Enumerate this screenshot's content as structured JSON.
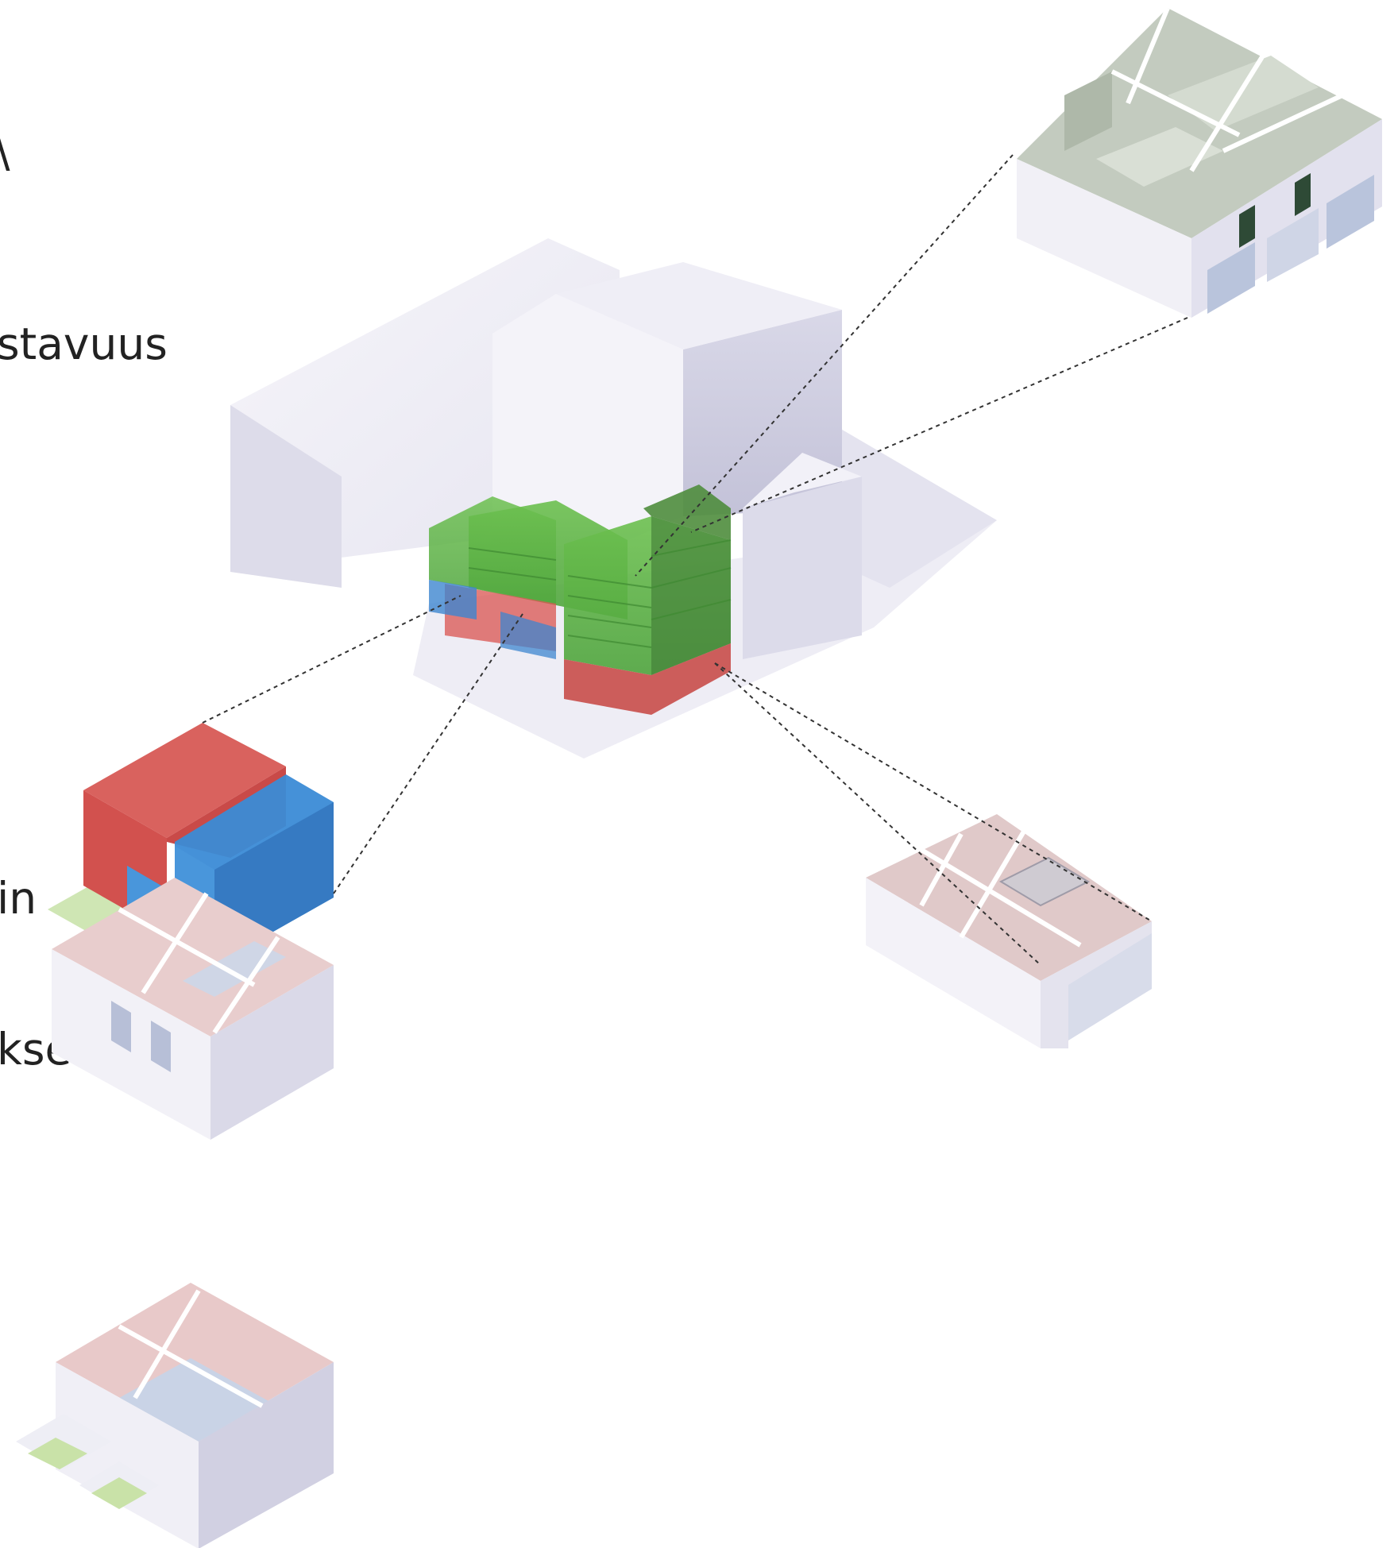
{
  "labels": {
    "top_fragment": "\\",
    "mid_fragment": "stavuus",
    "left_fragment_1": "in",
    "left_fragment_2": "ksen"
  },
  "colors": {
    "mass_white": "#eceaf4",
    "mass_shadow": "#c9c8dc",
    "green": "#5fb84a",
    "red": "#d9534f",
    "blue": "#3d86cf",
    "ground_green": "#cfe6b4",
    "room_grey_green": "#c7cfc2",
    "room_pink": "#e9cfcf",
    "room_blue": "#d2dbe8"
  }
}
